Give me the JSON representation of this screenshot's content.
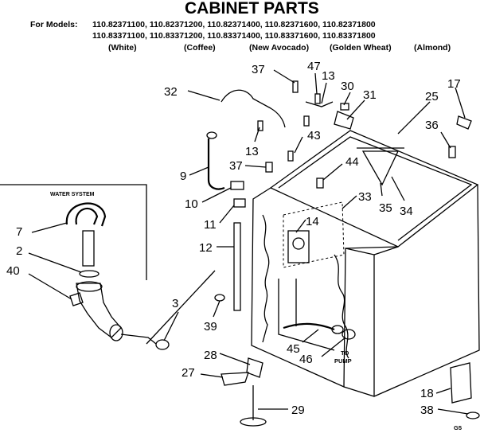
{
  "header": {
    "title": "CABINET PARTS",
    "models_label": "For Models:",
    "models_row1": "110.82371100,  110.82371200,  110.82371400,  110.82371600,  110.82371800",
    "models_row2": "110.83371100,  110.83371200,  110.83371400,  110.83371600,  110.83371800",
    "colors": [
      "(White)",
      "(Coffee)",
      "(New Avocado)",
      "(Golden Wheat)",
      "(Almond)"
    ]
  },
  "inset": {
    "title": "WATER SYSTEM"
  },
  "callouts": {
    "c2": "2",
    "c3": "3",
    "c7": "7",
    "c9": "9",
    "c10": "10",
    "c11": "11",
    "c12": "12",
    "c13a": "13",
    "c13b": "13",
    "c14": "14",
    "c17": "17",
    "c18": "18",
    "c25": "25",
    "c27": "27",
    "c28": "28",
    "c29": "29",
    "c30": "30",
    "c31": "31",
    "c32": "32",
    "c33": "33",
    "c34": "34",
    "c35": "35",
    "c36": "36",
    "c37a": "37",
    "c37b": "37",
    "c38": "38",
    "c39": "39",
    "c40": "40",
    "c43": "43",
    "c44": "44",
    "c45": "45",
    "c46": "46",
    "c47": "47"
  },
  "annotations": {
    "to": "TO",
    "pump": "PUMP",
    "code": "G5"
  }
}
